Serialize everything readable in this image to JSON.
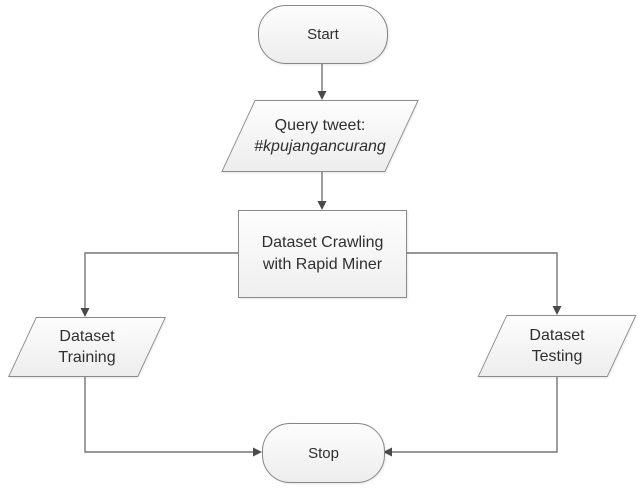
{
  "diagram": {
    "type": "flowchart",
    "nodes": {
      "start": {
        "shape": "terminator",
        "label": "Start"
      },
      "query": {
        "shape": "parallelogram",
        "lines": [
          "Query tweet:",
          "#kpujangancurang"
        ]
      },
      "process": {
        "shape": "rectangle",
        "lines": [
          "Dataset Crawling",
          "with Rapid Miner"
        ]
      },
      "training": {
        "shape": "parallelogram",
        "lines": [
          "Dataset",
          "Training"
        ]
      },
      "testing": {
        "shape": "parallelogram",
        "lines": [
          "Dataset",
          "Testing"
        ]
      },
      "stop": {
        "shape": "terminator",
        "label": "Stop"
      }
    },
    "edges": [
      {
        "from": "start",
        "to": "query"
      },
      {
        "from": "query",
        "to": "process"
      },
      {
        "from": "process",
        "to": "training"
      },
      {
        "from": "process",
        "to": "testing"
      },
      {
        "from": "training",
        "to": "stop"
      },
      {
        "from": "testing",
        "to": "stop"
      }
    ],
    "colors": {
      "background": "#ffffff",
      "shape_border": "#8a8a8a",
      "shape_fill_top": "#fdfdfd",
      "shape_fill_bottom": "#ededed",
      "connector": "#757575",
      "arrowhead": "#4a4a4a",
      "text": "#2f2f2f"
    }
  }
}
